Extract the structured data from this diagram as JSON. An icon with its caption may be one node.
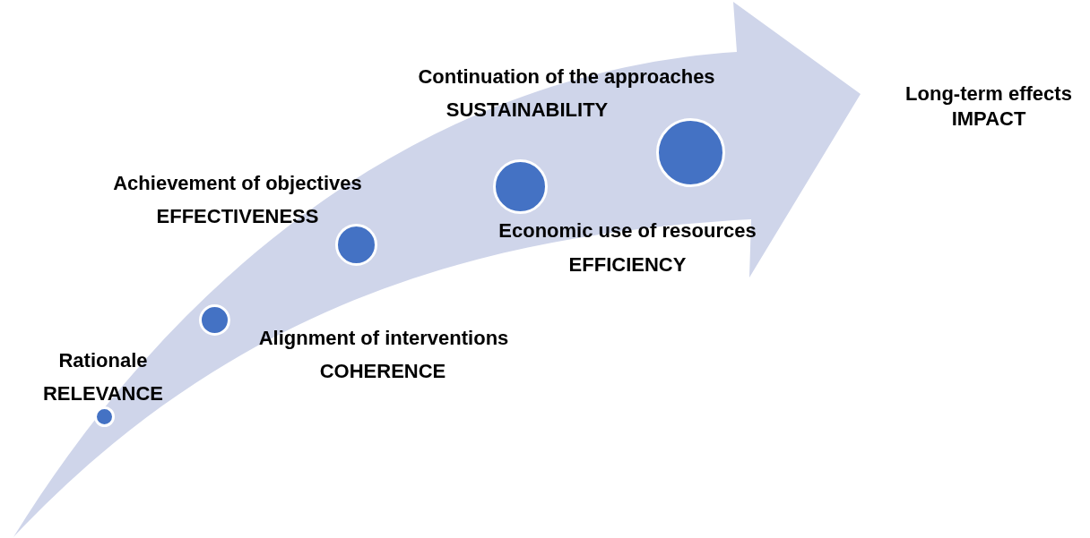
{
  "diagram": {
    "nodes": [
      {
        "text": [],
        "shape": "circle",
        "beside": [
          "Rationale",
          "RELEVANCE"
        ]
      },
      {
        "text": [],
        "shape": "circle",
        "beside": [
          "Alignment of interventions",
          "COHERENCE"
        ]
      },
      {
        "text": [],
        "shape": "circle",
        "beside": [
          "Achievement of objectives",
          "EFFECTIVENESS"
        ]
      },
      {
        "text": [],
        "shape": "circle",
        "beside": [
          "Economic use of resources",
          "EFFICIENCY"
        ]
      },
      {
        "text": [],
        "shape": "circle",
        "beside": [
          "Continuation of the approaches",
          "SUSTAINABILITY"
        ]
      }
    ],
    "edges": [],
    "labels": [
      "Long-term effects",
      "IMPACT"
    ]
  }
}
